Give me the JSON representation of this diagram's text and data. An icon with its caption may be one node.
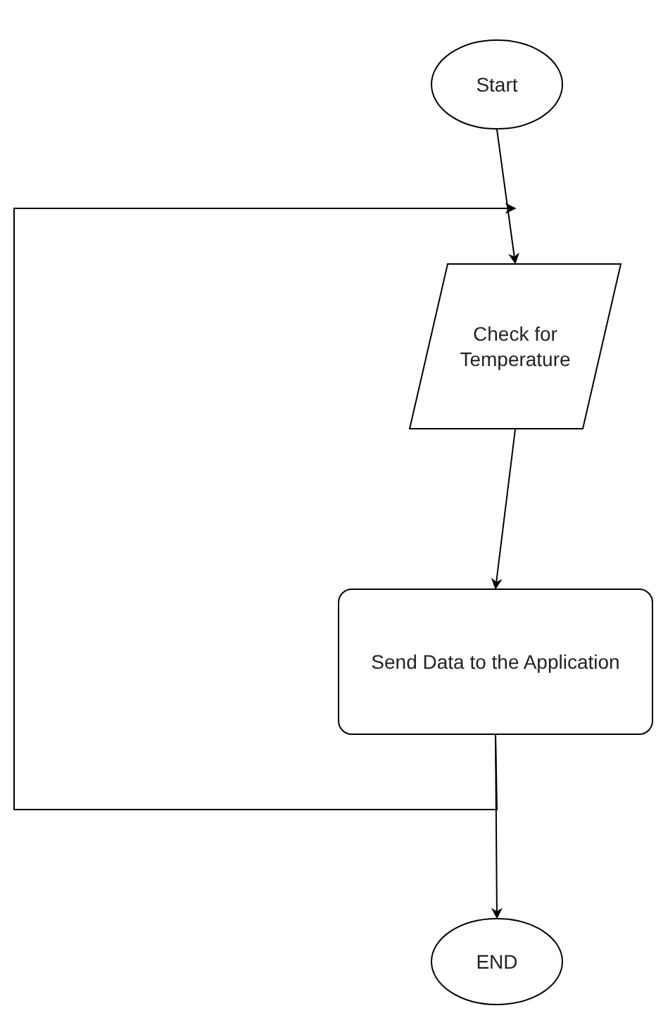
{
  "diagram": {
    "nodes": [
      {
        "text": [
          "Start"
        ]
      },
      {
        "text": [
          "Check for Temperature"
        ]
      },
      {
        "text": [
          "Send Data to the Application"
        ]
      },
      {
        "text": [
          "END"
        ]
      }
    ],
    "edges": [
      {
        "from": 0,
        "to": 1,
        "arrow": "to"
      },
      {
        "from": 1,
        "to": 2,
        "arrow": "to"
      },
      {
        "from": 2,
        "to": 3,
        "arrow": "to"
      },
      {
        "from": 2,
        "to": 1,
        "arrow": "to"
      }
    ]
  }
}
